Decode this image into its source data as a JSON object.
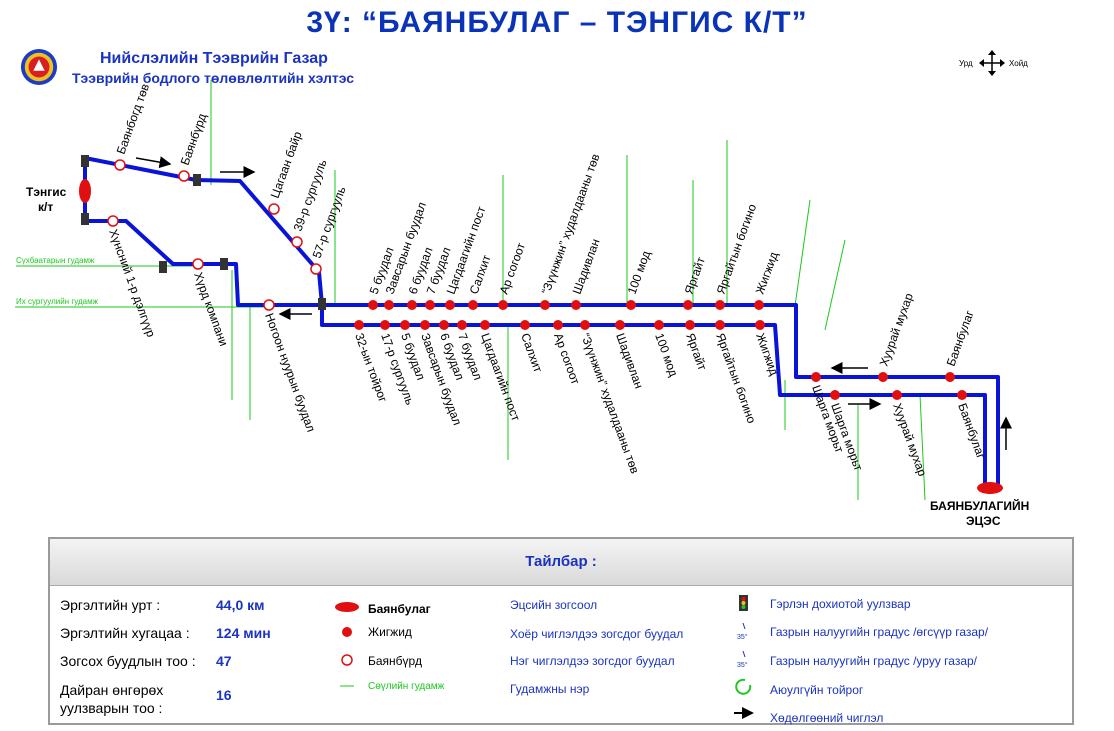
{
  "title": "3Ү: “БАЯНБУЛАГ – ТЭНГИС К/Т”",
  "org": {
    "line1": "Нийслэлийн Тээврийн Газар",
    "line2": "Тээврийн бодлого төлөвлөлтийн хэлтэс"
  },
  "compass": {
    "west": "Урд",
    "east": "Хойд"
  },
  "terminals": {
    "left": "Тэнгис\nк/т",
    "right": "БАЯНБУЛАГИЙН\nЭЦЭС"
  },
  "stops_upper": [
    "Баянбогд төв",
    "Баянбүрд",
    "Цагаан байр",
    "39-р сургууль",
    "57-р сургууль",
    "5 буудал",
    "Завсарын буудал",
    "6 буудал",
    "7 буудал",
    "Цагдаагийн пост",
    "Салхит",
    "Ар согоот",
    "“Зүүнжин” худалдааны төв",
    "Шадивлан",
    "100 мод",
    "Яргайт",
    "Яргайтын богино",
    "Жигжид",
    "Шарга морьт",
    "Хуурай мухар",
    "Баянбулаг"
  ],
  "stops_lower": [
    "Хүнсний 1-р дэлгүүр",
    "Хүрд компани",
    "Ногоон нуурын буудал",
    "32-ын тойрог",
    "17-р сургууль",
    "5 буудал",
    "Завсарын буудал",
    "6 буудал",
    "7 буудал",
    "Цагдаагийн пост",
    "Салхит",
    "Ар согоот",
    "“Зүүнжин” худалдааны төв",
    "Шадивлан",
    "100 мод",
    "Яргайт",
    "Яргайтын богино",
    "Жигжид",
    "Шарга морьт",
    "Хуурай мухар",
    "Баянбулаг"
  ],
  "streets": [
    "Сүхбаатарын гудамж",
    "Их сургуулийн гудамж"
  ],
  "legend": {
    "header": "Тайлбар :",
    "stats": [
      {
        "label": "Эргэлтийн урт :",
        "value": "44,0 км"
      },
      {
        "label": "Эргэлтийн хугацаа :",
        "value": "124 мин"
      },
      {
        "label": "Зогсох буудлын тоо :",
        "value": "47"
      },
      {
        "label": "Дайран өнгөрөх\nуулзварын тоо :",
        "value": "16"
      }
    ],
    "symbols_col1": [
      "Баянбулаг",
      "Жигжид",
      "Баянбүрд",
      "Сөүлийн гудамж"
    ],
    "symbols_col2": [
      "Эцсийн зогсоол",
      "Хоёр чиглэлдээ зогсдог буудал",
      "Нэг чиглэлдээ зогсдог буудал",
      "Гудамжны нэр"
    ],
    "symbols_col3": [
      "Гэрлэн дохиотой уулзвар",
      "Газрын налуугийн градус /өгсүүр газар/",
      "Газрын налуугийн градус /уруу газар/",
      "Аюулгүйн тойрог",
      "Хөдөлгөөний чиглэл"
    ],
    "slope_label": "35°"
  },
  "colors": {
    "route": "#0a14d8",
    "stop": "#e01010",
    "street": "#1ec81e",
    "text_blue": "#1a33c0"
  }
}
